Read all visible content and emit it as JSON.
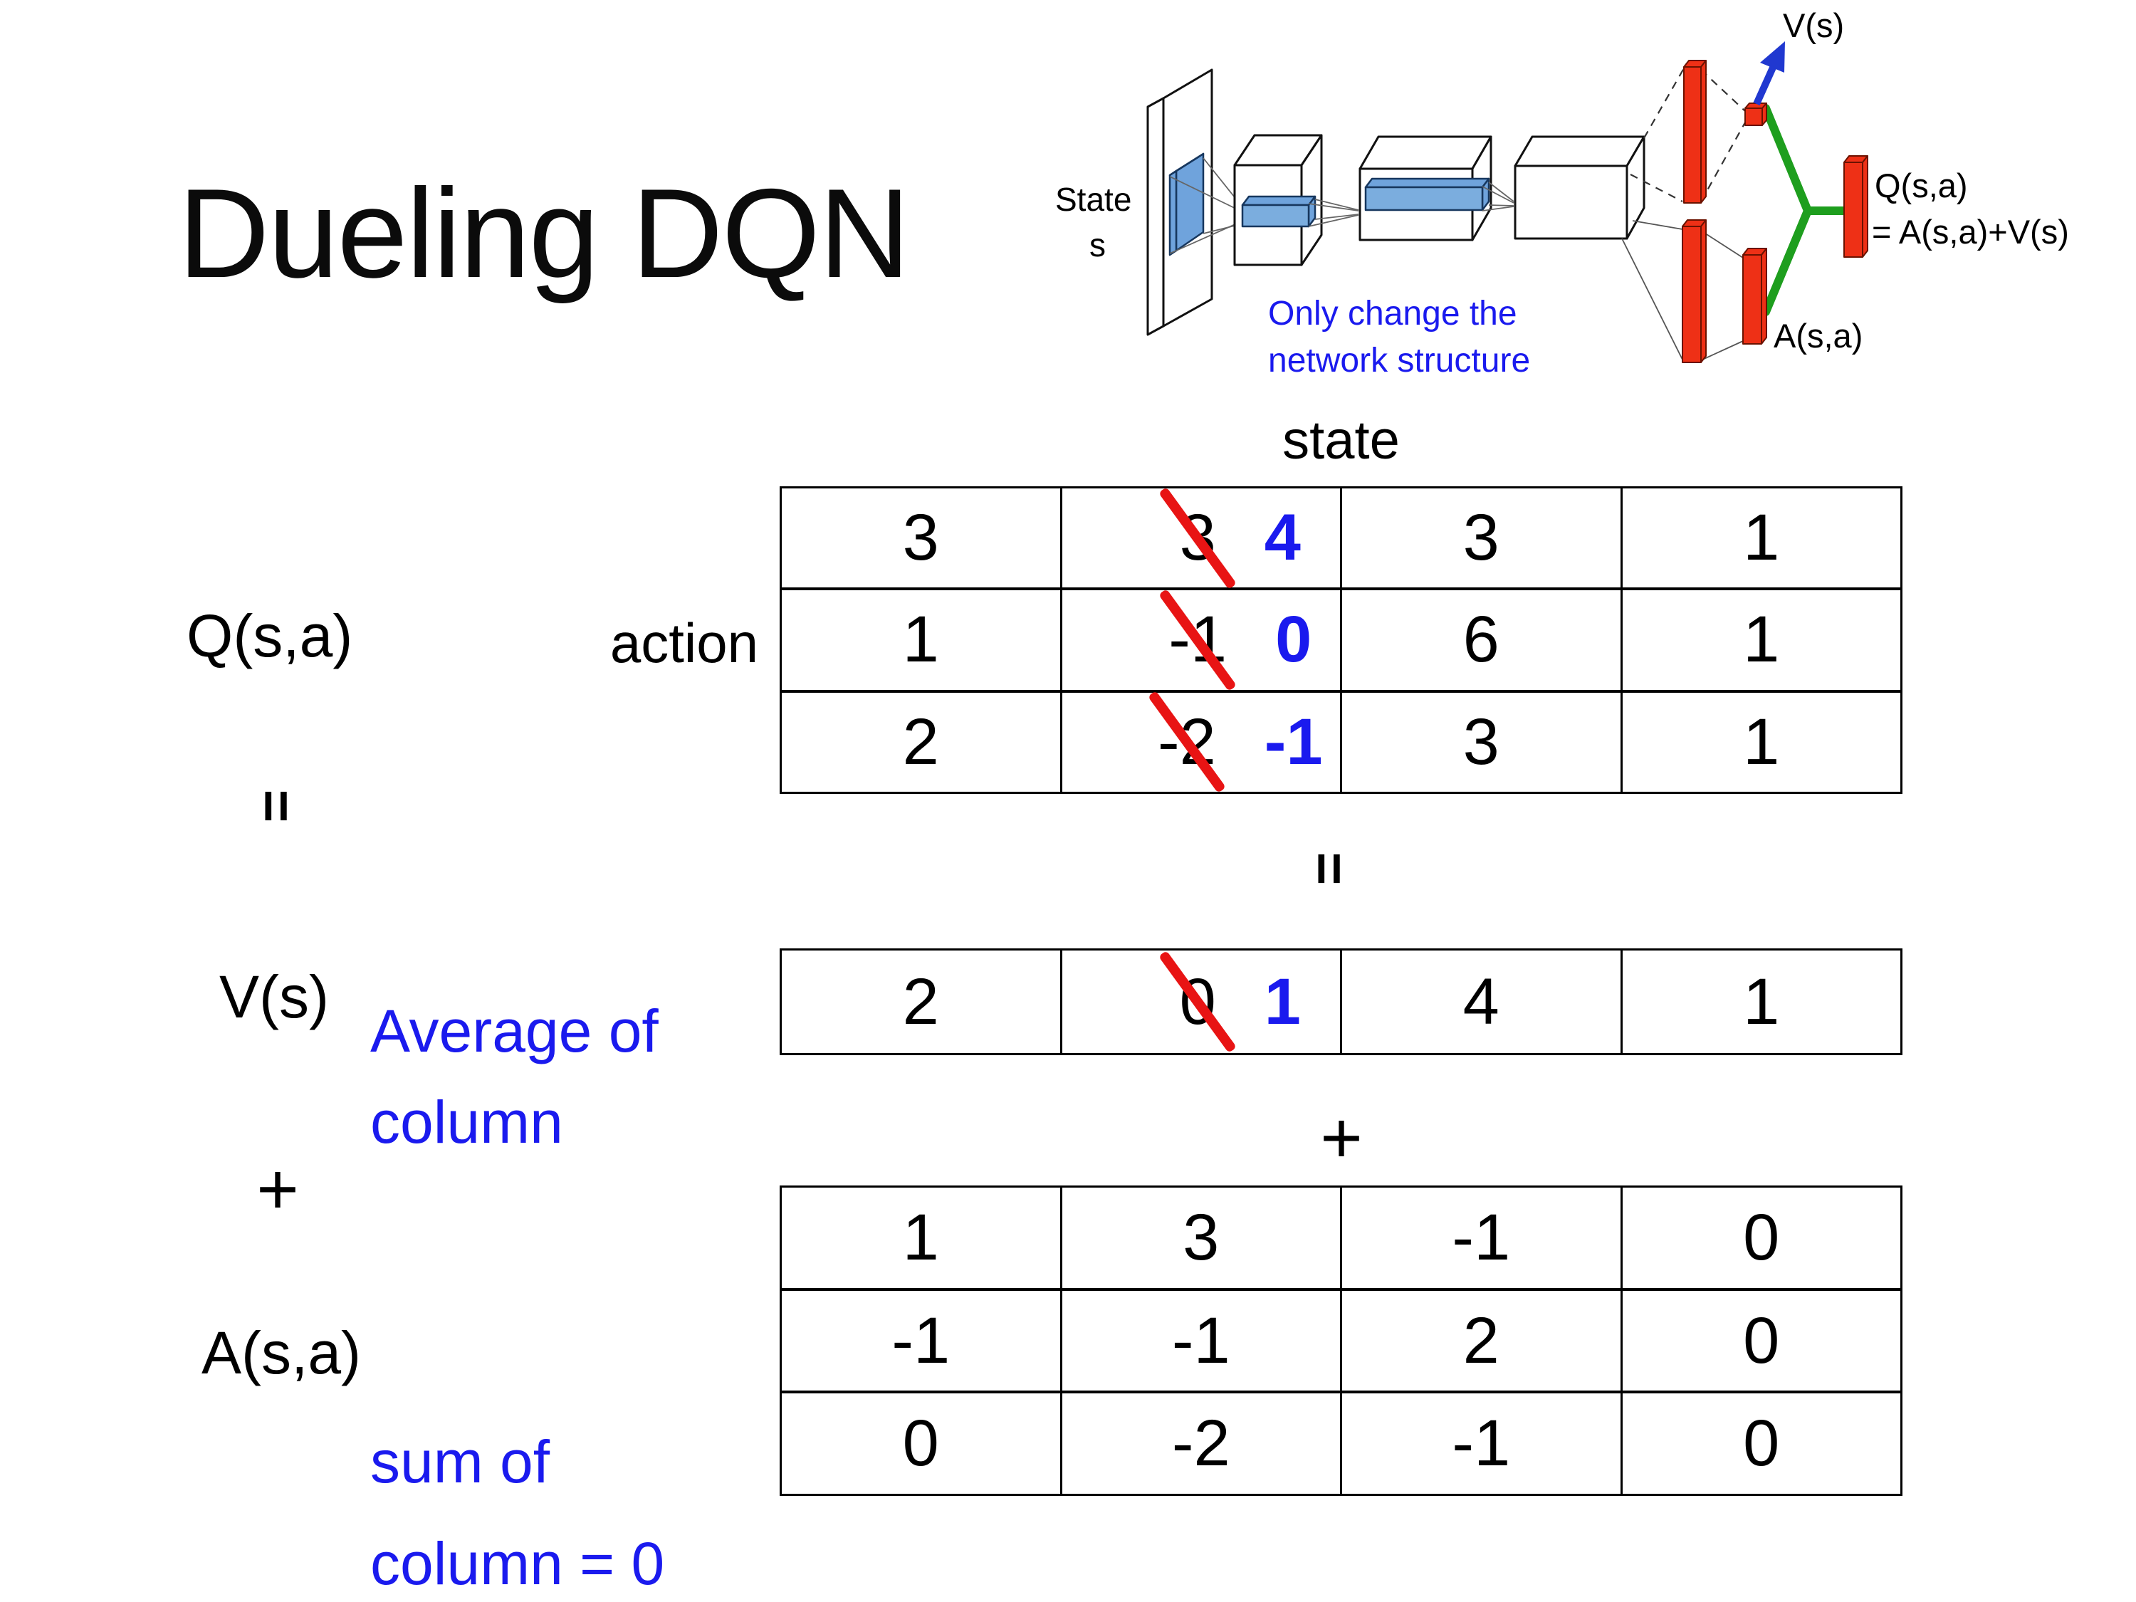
{
  "slide": {
    "title": "Dueling DQN",
    "background": "#ffffff"
  },
  "network_diagram": {
    "input_label_line1": "State",
    "input_label_line2": "s",
    "note_line1": "Only change the",
    "note_line2": "network structure",
    "value_stream_label": "V(s)",
    "advantage_stream_label": "A(s,a)",
    "output_label_line1": "Q(s,a)",
    "output_label_line2": "= A(s,a)+V(s)",
    "colors": {
      "conv_filter_blue": "#6fa3dc",
      "fc_bar_red": "#ee3016",
      "merge_green": "#1e9e1e",
      "arrow_blue": "#2038d0",
      "note_blue": "#1a1aee",
      "box_outline": "#111111"
    }
  },
  "equation": {
    "q_label": "Q(s,a)",
    "equals_left": "=",
    "v_label": "V(s)",
    "plus_left": "+",
    "a_label": "A(s,a)",
    "equals_center": "=",
    "plus_center": "+",
    "state_header": "state",
    "action_header": "action",
    "average_note_line1": "Average of",
    "average_note_line2": "column",
    "sum_note_line1": "sum of",
    "sum_note_line2": "column = 0",
    "annotation_blue": "#1a1aee",
    "strike_red": "#e81414"
  },
  "q_table": {
    "rows": [
      [
        {
          "value": "3"
        },
        {
          "value": "3",
          "struck": true,
          "corrected": "4"
        },
        {
          "value": "3"
        },
        {
          "value": "1"
        }
      ],
      [
        {
          "value": "1"
        },
        {
          "value": "-1",
          "struck": true,
          "corrected": "0"
        },
        {
          "value": "6"
        },
        {
          "value": "1"
        }
      ],
      [
        {
          "value": "2"
        },
        {
          "value": "-2",
          "struck": true,
          "corrected": "-1"
        },
        {
          "value": "3"
        },
        {
          "value": "1"
        }
      ]
    ]
  },
  "v_table": {
    "rows": [
      [
        {
          "value": "2"
        },
        {
          "value": "0",
          "struck": true,
          "corrected": "1"
        },
        {
          "value": "4"
        },
        {
          "value": "1"
        }
      ]
    ]
  },
  "a_table": {
    "rows": [
      [
        {
          "value": "1"
        },
        {
          "value": "3"
        },
        {
          "value": "-1"
        },
        {
          "value": "0"
        }
      ],
      [
        {
          "value": "-1"
        },
        {
          "value": "-1"
        },
        {
          "value": "2"
        },
        {
          "value": "0"
        }
      ],
      [
        {
          "value": "0"
        },
        {
          "value": "-2"
        },
        {
          "value": "-1"
        },
        {
          "value": "0"
        }
      ]
    ]
  }
}
